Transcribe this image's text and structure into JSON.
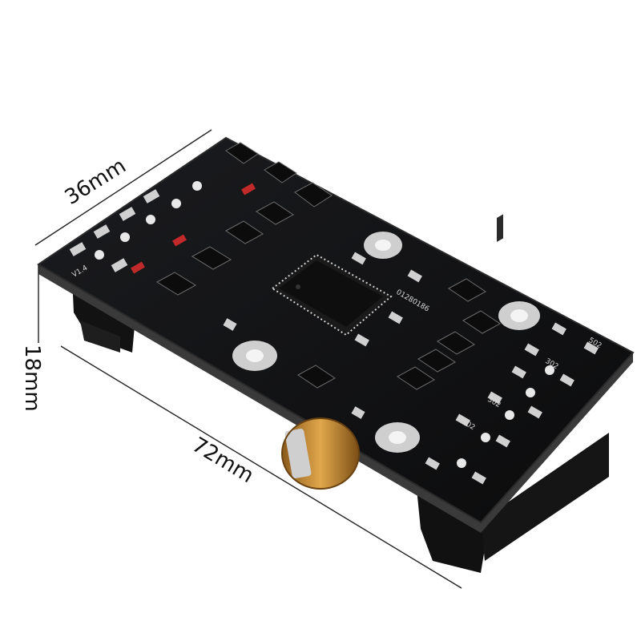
{
  "product": {
    "board_version": "V1.4",
    "chip_marking": "01280186",
    "silk_marks": [
      "502",
      "302",
      "302",
      "102"
    ]
  },
  "dimensions": {
    "width": "36mm",
    "height": "18mm",
    "length": "72mm"
  },
  "colors": {
    "background": "#ffffff",
    "pcb": "#111214",
    "pcb_edge": "#2a2a2a",
    "header": "#141414",
    "pad_silver": "#d9d9d9",
    "capacitor": "#c98a2e",
    "dim_line": "#222222"
  }
}
